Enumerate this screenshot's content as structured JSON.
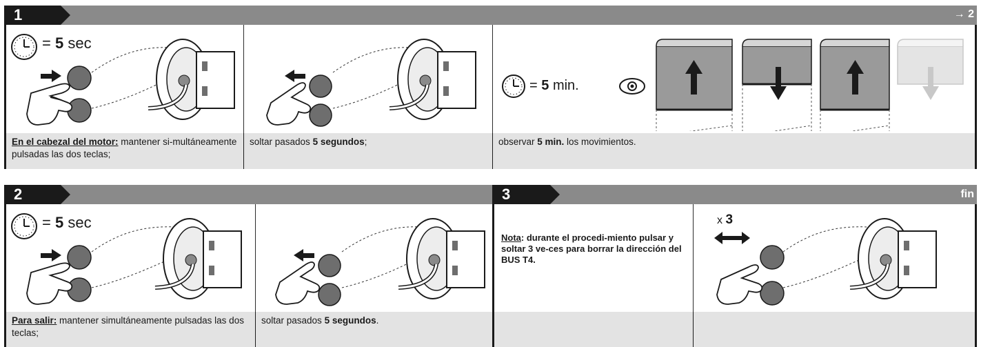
{
  "step1": {
    "number": "1",
    "next": "→ 2",
    "panels": [
      {
        "timer_value": "5",
        "timer_unit": "sec"
      },
      {},
      {
        "timer_value": "5",
        "timer_unit": "min."
      }
    ],
    "captions": [
      {
        "bold_underlined": "En el cabezal del motor:",
        "text": " mantener si-multáneamente pulsadas las dos teclas;"
      },
      {
        "text": "soltar pasados ",
        "bold": "5 segundos",
        "after": ";"
      },
      {
        "text": "observar ",
        "bold": "5 min.",
        "after": " los movimientos."
      }
    ]
  },
  "step2": {
    "number": "2",
    "panels": [
      {
        "timer_value": "5",
        "timer_unit": "sec"
      },
      {}
    ],
    "captions": [
      {
        "bold_underlined": "Para salir:",
        "text": " mantener simultáneamente pulsadas las dos teclas;"
      },
      {
        "text": "soltar pasados ",
        "bold": "5 segundos",
        "after": "."
      }
    ]
  },
  "step3": {
    "number": "3",
    "end_label": "fin",
    "note_underlined": "Nota",
    "note_text": ": durante el procedi-miento pulsar y soltar 3 ve-ces para borrar la dirección del BUS T4.",
    "repeat_prefix": "x",
    "repeat_count": "3"
  },
  "colors": {
    "bar": "#8a8a8a",
    "badge": "#1a1a1a",
    "caption_bg": "#e3e3e3",
    "button": "#6e6e6e"
  },
  "icons": [
    "clock-icon",
    "eye-icon",
    "arrow-right-icon",
    "arrow-left-icon",
    "double-arrow-icon",
    "hand-icon",
    "motor-icon",
    "blind-up-icon",
    "blind-down-icon"
  ]
}
